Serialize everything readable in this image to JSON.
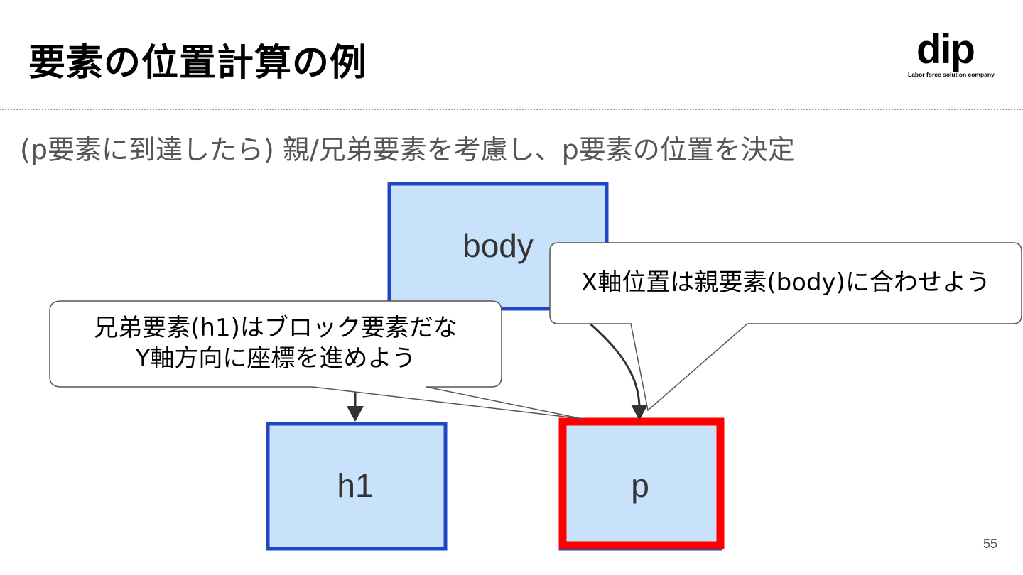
{
  "slide": {
    "title": "要素の位置計算の例",
    "subtitle": "(p要素に到達したら) 親/兄弟要素を考慮し、p要素の位置を決定",
    "page_number": "55"
  },
  "logo": {
    "mark": "dip",
    "tagline": "Labor force solution company"
  },
  "diagram": {
    "nodes": [
      {
        "id": "body",
        "label": "body",
        "highlighted": false
      },
      {
        "id": "h1",
        "label": "h1",
        "highlighted": false
      },
      {
        "id": "p",
        "label": "p",
        "highlighted": true
      }
    ],
    "edges": [
      {
        "from": "body",
        "to": "h1"
      },
      {
        "from": "body",
        "to": "p"
      }
    ],
    "callouts": [
      {
        "id": "x-axis",
        "lines": [
          "X軸位置は親要素(body)に合わせよう"
        ],
        "points_to": "p"
      },
      {
        "id": "y-axis",
        "lines": [
          "兄弟要素(h1)はブロック要素だな",
          "Y軸方向に座標を進めよう"
        ],
        "points_to": "p"
      }
    ]
  },
  "colors": {
    "node_fill": "#c8e2fb",
    "node_border": "#1f46c4",
    "highlight_border": "#ff0000",
    "arrow": "#333333",
    "callout_border": "#555555"
  }
}
